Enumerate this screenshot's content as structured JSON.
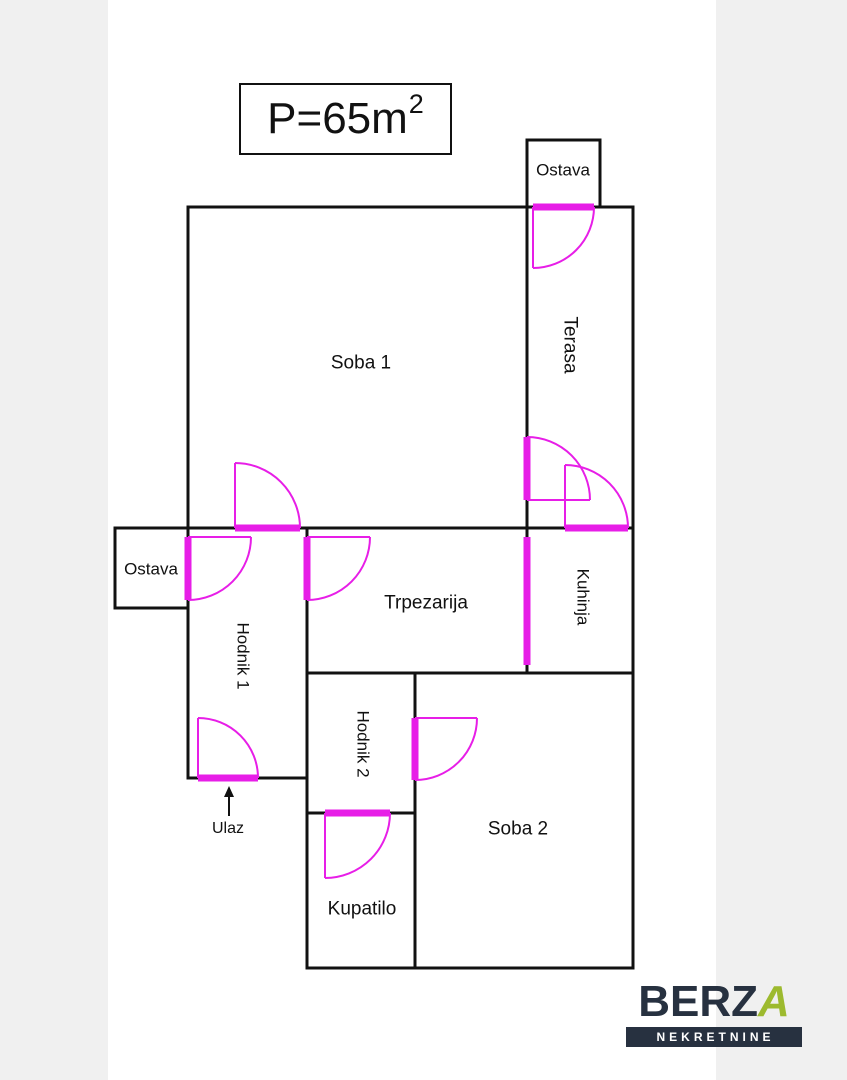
{
  "title": {
    "text": "P=65m",
    "sup": "2"
  },
  "rooms": {
    "ostava_top": "Ostava",
    "soba1": "Soba 1",
    "terasa": "Terasa",
    "ostava_left": "Ostava",
    "hodnik1": "Hodnik 1",
    "trpezarija": "Trpezarija",
    "kuhinja": "Kuhinja",
    "hodnik2": "Hodnik 2",
    "soba2": "Soba 2",
    "kupatilo": "Kupatilo"
  },
  "entrance": {
    "label": "Ulaz"
  },
  "logo": {
    "brand_main": "BERZ",
    "brand_accent": "A",
    "tagline": "NEKRETNINE"
  },
  "colors": {
    "wall": "#111111",
    "door": "#e71ee7",
    "logo_navy": "#273140",
    "logo_green": "#9dba2f",
    "background_band": "#f0f0f0"
  }
}
